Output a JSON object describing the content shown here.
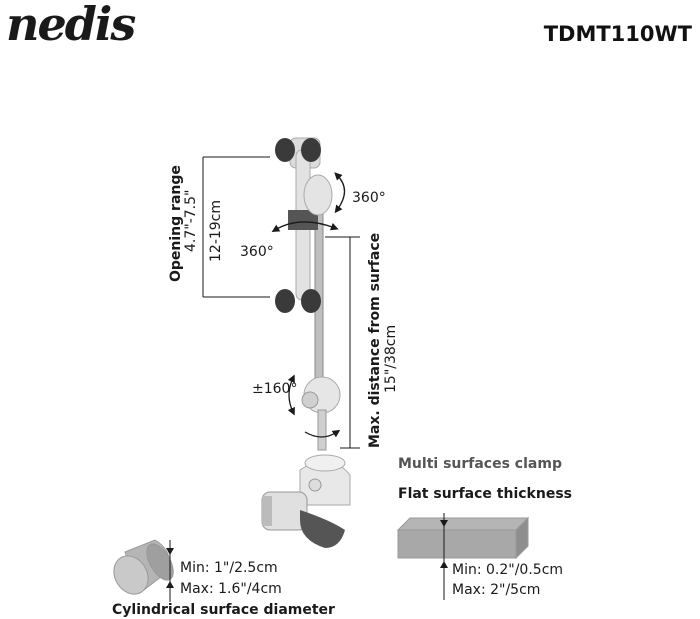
{
  "brand": {
    "logo_text": "nedis"
  },
  "model": "TDMT110WT",
  "opening_range": {
    "title": "Opening range",
    "inches": "4.7\"-7.5\"",
    "cm": "12-19cm"
  },
  "rotation_top": "360°",
  "rotation_mid": "360°",
  "tilt": "±160°",
  "max_distance": {
    "title": "Max. distance from surface",
    "value": "15\"/38cm"
  },
  "multi_surface": "Multi surfaces clamp",
  "flat_surface": {
    "title": "Flat surface thickness",
    "min": "Min: 0.2\"/0.5cm",
    "max": "Max: 2\"/5cm"
  },
  "cylindrical": {
    "title": "Cylindrical surface diameter",
    "min": "Min: 1\"/2.5cm",
    "max": "Max: 1.6\"/4cm"
  }
}
